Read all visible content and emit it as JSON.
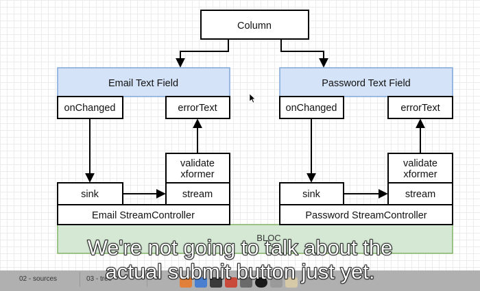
{
  "diagram": {
    "column": "Column",
    "email": {
      "field": "Email Text Field",
      "on_changed": "onChanged",
      "error_text": "errorText",
      "validate": "validate",
      "xformer": "xformer",
      "sink": "sink",
      "stream": "stream",
      "controller": "Email StreamController"
    },
    "password": {
      "field": "Password Text Field",
      "on_changed": "onChanged",
      "error_text": "errorText",
      "validate": "validate",
      "xformer": "xformer",
      "sink": "sink",
      "stream": "stream",
      "controller": "Password StreamController"
    },
    "bloc": "BLOC"
  },
  "subtitle": {
    "line1": "We're not going to talk about the",
    "line2": "actual submit button just yet."
  },
  "taskbar": {
    "tab1": "02 - sources",
    "tab2": "03 - tree"
  },
  "colors": {
    "field_fill": "#d4e3f7",
    "field_border": "#7ea6d8",
    "bloc_fill": "#d5e8d4",
    "bloc_border": "#82b366"
  }
}
